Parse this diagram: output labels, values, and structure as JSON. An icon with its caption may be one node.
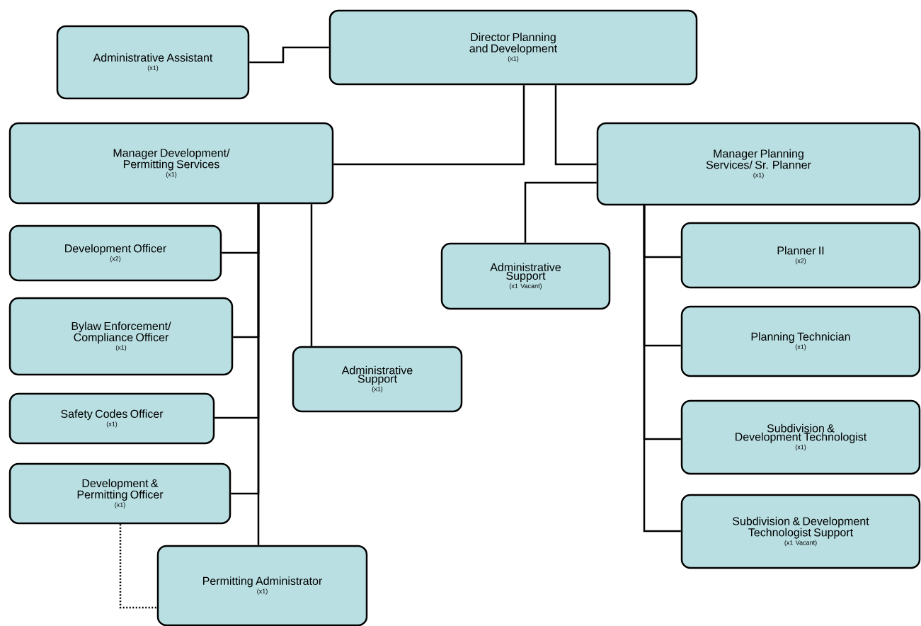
{
  "diagram": {
    "nodes": [
      {
        "text": [
          "Director Planning and Development",
          "(x1)"
        ]
      },
      {
        "text": [
          "Administrative Assistant",
          "(x1)"
        ]
      },
      {
        "text": [
          "Manager Development/ Permitting Services",
          "(x1)"
        ]
      },
      {
        "text": [
          "Manager Planning Services/ Sr. Planner",
          "(x1)"
        ]
      },
      {
        "text": [
          "Administrative Support",
          "(x1 Vacant)"
        ]
      },
      {
        "text": [
          "Development Officer",
          "(x2)"
        ]
      },
      {
        "text": [
          "Bylaw Enforcement/ Compliance Officer",
          "(x1)"
        ]
      },
      {
        "text": [
          "Safety Codes Officer",
          "(x1)"
        ]
      },
      {
        "text": [
          "Development & Permitting Officer",
          "(x1)"
        ]
      },
      {
        "text": [
          "Administrative Support",
          "(x1)"
        ]
      },
      {
        "text": [
          "Permitting Administrator",
          "(x1)"
        ]
      },
      {
        "text": [
          "Planner II",
          "(x2)"
        ]
      },
      {
        "text": [
          "Planning Technician",
          "(x1)"
        ]
      },
      {
        "text": [
          "Subdivision & Development Technologist",
          "(x1)"
        ]
      },
      {
        "text": [
          "Subdivision & Development Technologist Support",
          "(x1 Vacant)"
        ]
      }
    ],
    "edges": [
      {
        "from": 0,
        "to": 1,
        "arrow": "none"
      },
      {
        "from": 0,
        "to": 2,
        "arrow": "none"
      },
      {
        "from": 0,
        "to": 3,
        "arrow": "none"
      },
      {
        "from": 3,
        "to": 4,
        "arrow": "none"
      },
      {
        "from": 2,
        "to": 5,
        "arrow": "none"
      },
      {
        "from": 2,
        "to": 6,
        "arrow": "none"
      },
      {
        "from": 2,
        "to": 7,
        "arrow": "none"
      },
      {
        "from": 2,
        "to": 8,
        "arrow": "none"
      },
      {
        "from": 2,
        "to": 10,
        "arrow": "none"
      },
      {
        "from": 2,
        "to": 9,
        "arrow": "none"
      },
      {
        "from": 3,
        "to": 11,
        "arrow": "none"
      },
      {
        "from": 3,
        "to": 12,
        "arrow": "none"
      },
      {
        "from": 3,
        "to": 13,
        "arrow": "none"
      },
      {
        "from": 3,
        "to": 14,
        "arrow": "none"
      },
      {
        "from": 8,
        "to": 10,
        "arrow": "none",
        "style": "dashed"
      }
    ]
  }
}
